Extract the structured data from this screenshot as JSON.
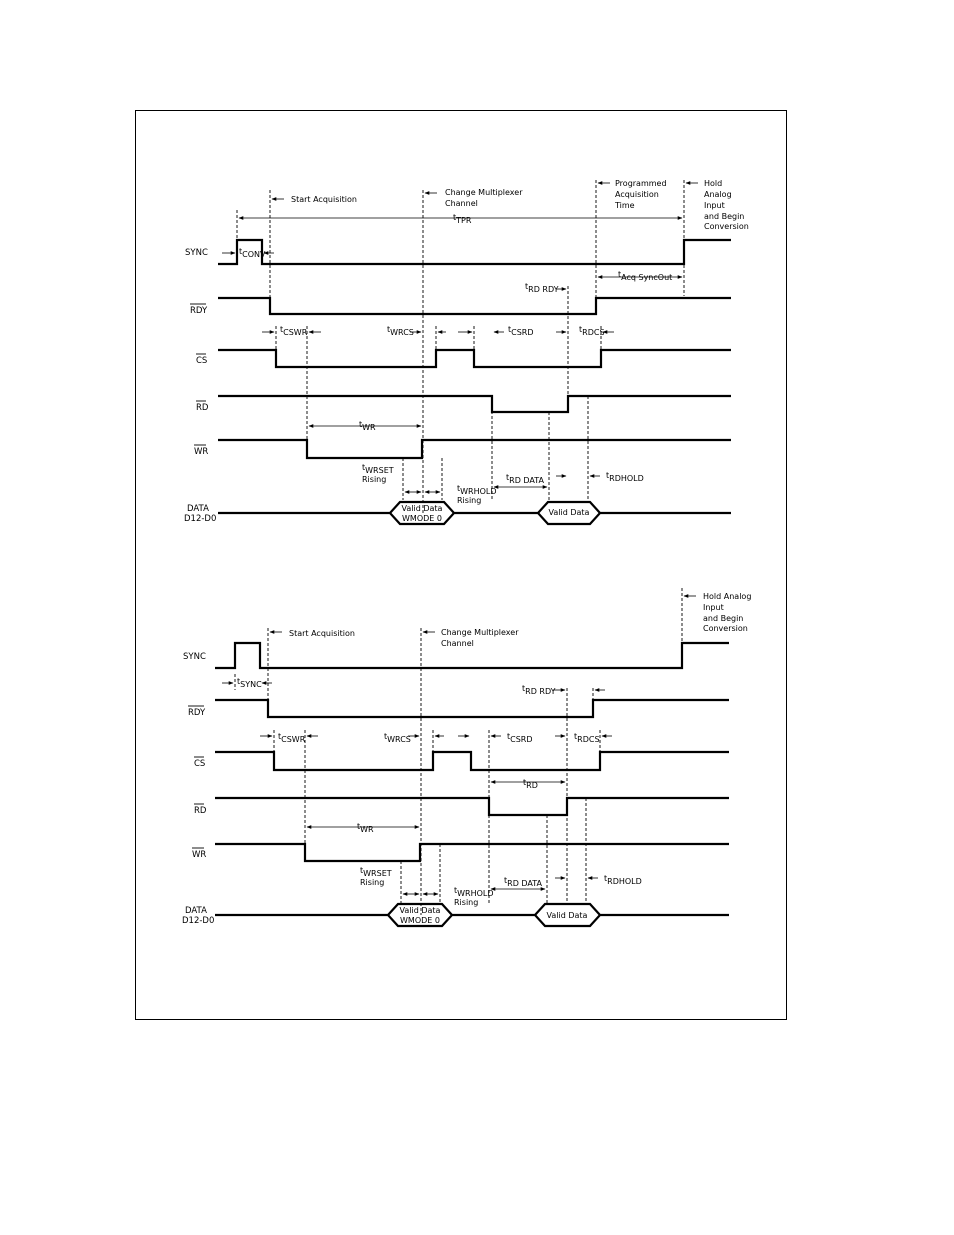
{
  "signals": {
    "sync": "SYNC",
    "rdy": "RDY",
    "cs": "CS",
    "rd": "RD",
    "wr": "WR",
    "data_line1": "DATA",
    "data_line2": "D12-D0"
  },
  "annotations": {
    "start_acquisition": "Start Acquisition",
    "change_mux_1": "Change Multiplexer",
    "change_mux_2": "Channel",
    "programmed_1": "Programmed",
    "programmed_2": "Acquisition",
    "programmed_3": "Time",
    "hold_1": "Hold",
    "hold_2": "Analog",
    "hold_3": "Input",
    "hold_4": "and Begin",
    "hold_5": "Conversion",
    "hold_analog": "Hold Analog",
    "input": "Input",
    "and_begin": "and Begin",
    "conversion": "Conversion",
    "rising": "Rising",
    "valid_data": "Valid Data",
    "wmode": "WMODE 0"
  },
  "timing": {
    "t": "t",
    "conv": "CONV",
    "tpr": "TPR",
    "acq_syncout": "Acq SyncOut",
    "rd_rdy": "RD RDY",
    "cswr": "CSWR",
    "wrcs": "WRCS",
    "csrd": "CSRD",
    "rdcs": "RDCS",
    "wr": "WR",
    "wrset": "WRSET",
    "wrhold": "WRHOLD",
    "rd_data": "RD DATA",
    "rdhold": "RDHOLD",
    "sync": "SYNC",
    "rd": "RD"
  }
}
